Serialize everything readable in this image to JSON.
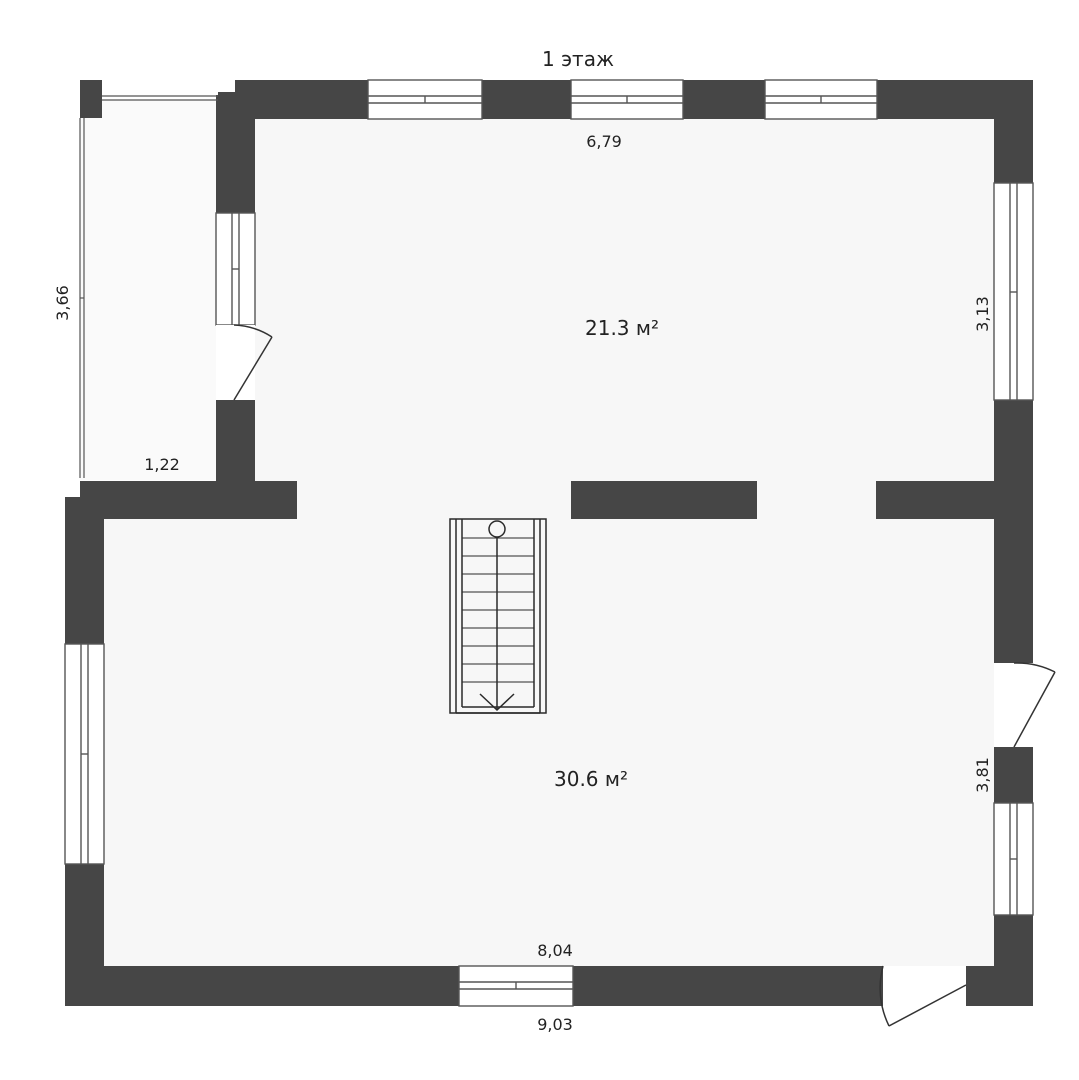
{
  "floor_title": "1 этаж",
  "rooms": [
    {
      "area_label": "21.3 м²"
    },
    {
      "area_label": "30.6 м²"
    }
  ],
  "dimensions": {
    "top_room_width": "6,79",
    "top_room_depth": "3,13",
    "terrace_length": "3,66",
    "terrace_width": "1,22",
    "bottom_room_width": "8,04",
    "bottom_room_depth": "3,81",
    "overall_width": "9,03"
  },
  "colors": {
    "wall": "#464646",
    "floor": "#f7f7f7",
    "terrace": "#fafafa",
    "window_frame": "#555555",
    "text": "#222222"
  }
}
